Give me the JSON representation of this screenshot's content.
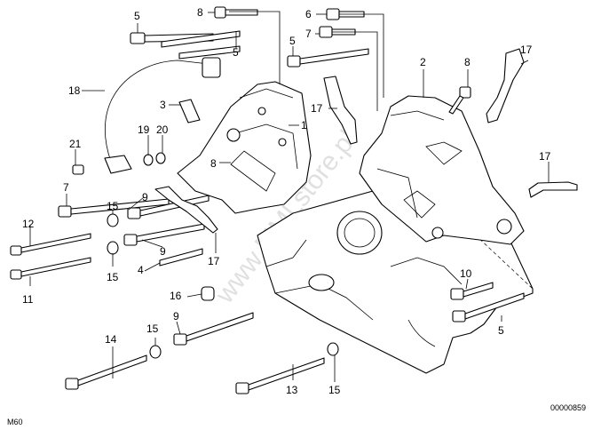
{
  "diagram": {
    "callouts": [
      "5",
      "8",
      "6",
      "7",
      "5",
      "5",
      "17",
      "2",
      "8",
      "18",
      "3",
      "17",
      "1",
      "19",
      "20",
      "21",
      "8",
      "17",
      "7",
      "9",
      "15",
      "12",
      "9",
      "17",
      "4",
      "11",
      "15",
      "16",
      "10",
      "9",
      "14",
      "15",
      "5",
      "13",
      "15"
    ],
    "watermark": "www.MMLstore.pl",
    "model_code": "M60",
    "diagram_number": "00000859"
  }
}
